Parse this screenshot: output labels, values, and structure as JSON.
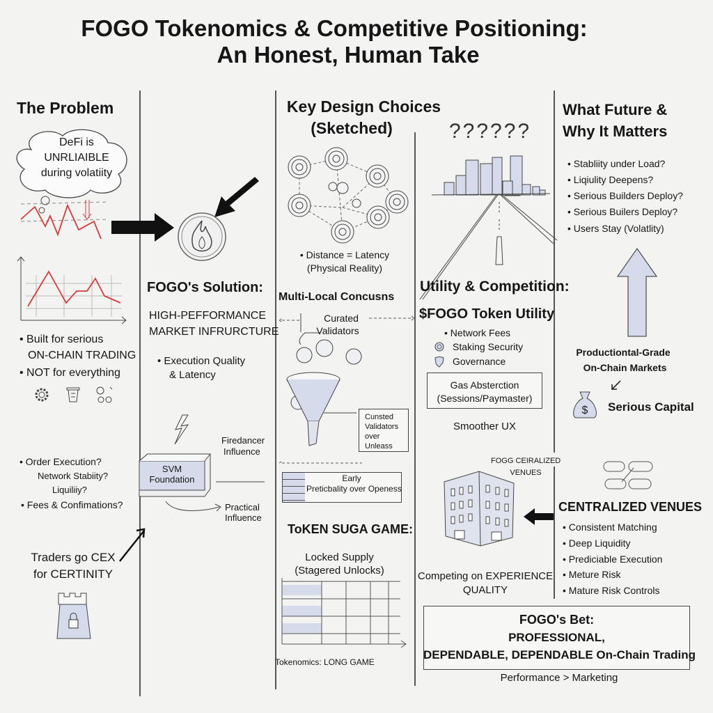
{
  "title": {
    "line1": "FOGO Tokenomics & Competitive Positioning:",
    "line2": "An Honest, Human Take"
  },
  "problem": {
    "heading": "The Problem",
    "bubble": [
      "DeFi is",
      "UNRLIAIBLE",
      "during volatiity"
    ],
    "bullets": [
      "• Built for serious",
      "ON-CHAIN TRADING",
      "• NOT for everything"
    ],
    "questions": [
      "• Order Execution?",
      "Network Stabiity?",
      "Liquiliiy?",
      "• Fees & Confimations?"
    ],
    "cex": [
      "Traders go CEX",
      "for CERTINITY"
    ]
  },
  "solution": {
    "heading": "FOGO's Solution:",
    "subtitle": [
      "HIGH-PEFFORMANCE",
      "MARKET INFRURCTURE"
    ],
    "bullet": [
      "• Execution Quality",
      "& Latency"
    ],
    "svm": [
      "SVM",
      "Foundation"
    ],
    "firedancer": [
      "Firedancer",
      "Influence"
    ],
    "practical": [
      "Practical",
      "Influence"
    ]
  },
  "design": {
    "heading": [
      "Key Design Choices",
      "(Sketched)"
    ],
    "distance": [
      "• Distance = Latency",
      "(Physical Reality)"
    ],
    "consensus": "Multi-Local Concusns",
    "curated": [
      "Curated",
      "Validators"
    ],
    "funnel_note": [
      "Cunsted",
      "Validators",
      "over",
      "Unleass"
    ],
    "early": [
      "Early",
      "Preticbality over Openess"
    ],
    "token_game": "ToKEN SUGA GAME:",
    "locked": [
      "Locked Supply",
      "(Stagered Unlocks)"
    ],
    "long_game": "Tokenomics: LONG GAME"
  },
  "utility": {
    "question_marks": "??????",
    "heading": "Utility & Competition:",
    "token_heading": "$FOGO Token Utility",
    "items": [
      "• Network Fees",
      "Staking Security",
      "Governance"
    ],
    "gas": [
      "Gas Absterction",
      "(Sessions/Paymaster)"
    ],
    "smoother": "Smoother UX",
    "venues_label": [
      "FOGG CEIRALIZED",
      "VENUES"
    ],
    "competing": [
      "Competing on EXPERIENCE",
      "QUALITY"
    ]
  },
  "future": {
    "heading": [
      "What Future &",
      "Why It Matters"
    ],
    "bullets": [
      "• Stabliity under Load?",
      "• Liqiulity Deepens?",
      "• Serious Builders Deploy?",
      "• Serious Builers Deploy?",
      "• Users Stay (Volatlity)"
    ],
    "grade": [
      "Productiontal-Grade",
      "On-Chain Markets"
    ],
    "capital": "Serious Capital",
    "centralized_heading": "CENTRALIZED VENUES",
    "centralized": [
      "• Consistent Matching",
      "• Deep Liquidity",
      "• Prediciable Execution",
      "• Meture Risk",
      "• Mature Risk Controls"
    ]
  },
  "bet": {
    "lines": [
      "FOGO's Bet:",
      "PROFESSIONAL,",
      "DEPENDABLE, DEPENDABLE On-Chain Trading"
    ],
    "footer": "Performance > Marketing"
  },
  "colors": {
    "red": "#d83a3a",
    "blue_fill": "#d6dbec",
    "ink": "#161616"
  }
}
